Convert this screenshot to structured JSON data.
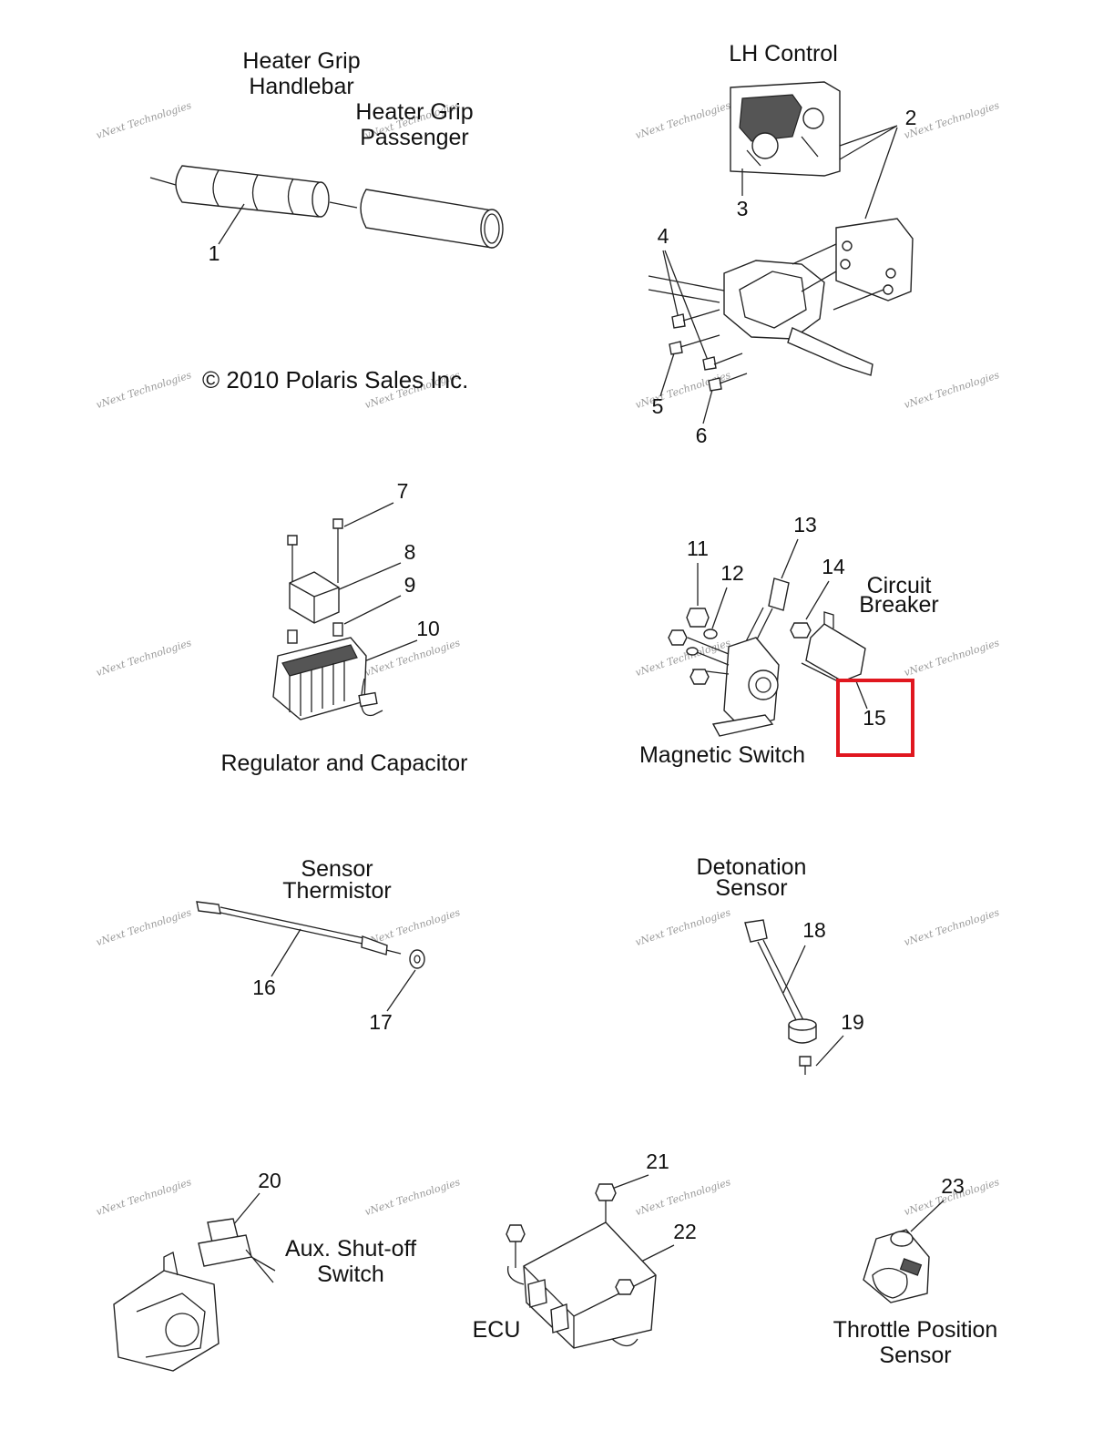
{
  "diagram": {
    "sections": {
      "heater_grip_handlebar": "Heater Grip\nHandlebar",
      "heater_grip_passenger": "Heater Grip\nPassenger",
      "copyright": "© 2010 Polaris Sales Inc.",
      "lh_control": "LH Control",
      "regulator": "Regulator and Capacitor",
      "circuit_breaker": "Circuit\nBreaker",
      "magnetic_switch": "Magnetic Switch",
      "sensor_thermistor": "Sensor\nThermistor",
      "detonation_sensor": "Detonation\nSensor",
      "aux_shutoff": "Aux. Shut-off\nSwitch",
      "ecu": "ECU",
      "throttle_position": "Throttle Position\nSensor"
    },
    "callouts": [
      "1",
      "2",
      "3",
      "4",
      "5",
      "6",
      "7",
      "8",
      "9",
      "10",
      "11",
      "12",
      "13",
      "14",
      "15",
      "16",
      "17",
      "18",
      "19",
      "20",
      "21",
      "22",
      "23"
    ],
    "highlighted_callout": "15",
    "highlight_color": "#e0171f",
    "watermark": {
      "line1": "vNext Technologies",
      "line2": "vNext\nTechnologies"
    }
  }
}
